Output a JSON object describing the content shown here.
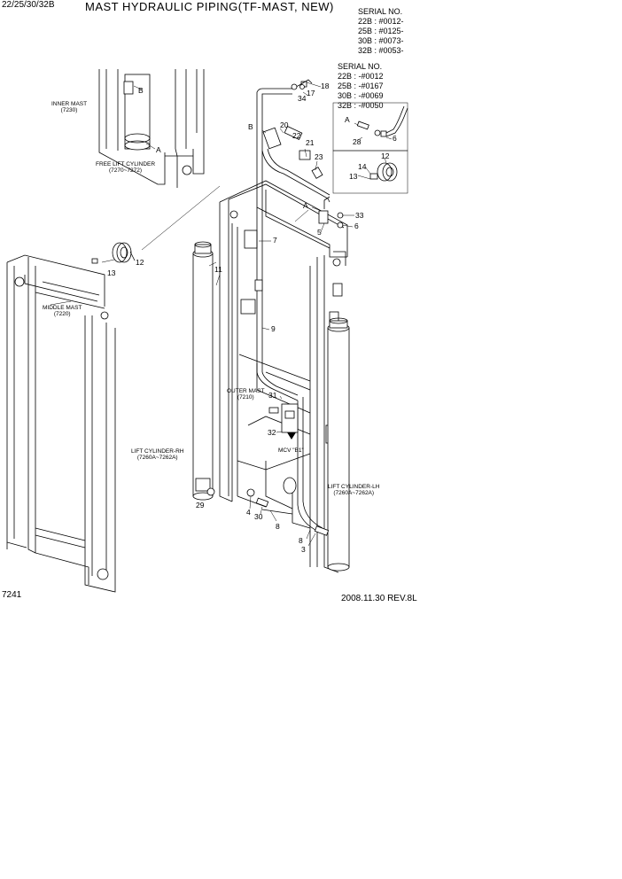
{
  "header": {
    "models": "22/25/30/32B",
    "title": "MAST HYDRAULIC PIPING(TF-MAST, NEW)"
  },
  "serial_top": {
    "heading": "SERIAL NO.",
    "lines": [
      "22B : #0012-",
      "25B : #0125-",
      "30B : #0073-",
      "32B : #0053-"
    ]
  },
  "serial_inset": {
    "heading": "SERIAL NO.",
    "lines": [
      "22B : -#0012",
      "25B : -#0167",
      "30B : -#0069",
      "32B : -#0050"
    ]
  },
  "labels": {
    "inner_mast": [
      "INNER MAST",
      "(7230)"
    ],
    "free_lift_cylinder": [
      "FREE LIFT CYLINDER",
      "(7270~7272)"
    ],
    "middle_mast": [
      "MIDDLE MAST",
      "(7220)"
    ],
    "outer_mast": [
      "OUTER MAST",
      "(7210)"
    ],
    "lift_cylinder_rh": [
      "LIFT CYLINDER-RH",
      "(7260A~7262A)"
    ],
    "lift_cylinder_lh": [
      "LIFT CYLINDER-LH",
      "(7260A~7262A)"
    ],
    "mcv": "MCV \"B1\""
  },
  "callouts": {
    "A1": "A",
    "B1": "B",
    "B2": "B",
    "A2": "A",
    "A3": "A",
    "n18": "18",
    "n34": "34",
    "n17": "17",
    "n20": "20",
    "n22": "22",
    "n21": "21",
    "n23": "23",
    "n28": "28",
    "n6a": "6",
    "n12a": "12",
    "n14": "14",
    "n13a": "13",
    "n33": "33",
    "n5": "5",
    "n6b": "6",
    "n7": "7",
    "n11": "11",
    "n12b": "12",
    "n13b": "13",
    "n9": "9",
    "n31": "31",
    "n32": "32",
    "n29": "29",
    "n4": "4",
    "n30": "30",
    "n8a": "8",
    "n8b": "8",
    "n3": "3"
  },
  "footer": {
    "page": "7241",
    "revision": "2008.11.30  REV.8L"
  }
}
